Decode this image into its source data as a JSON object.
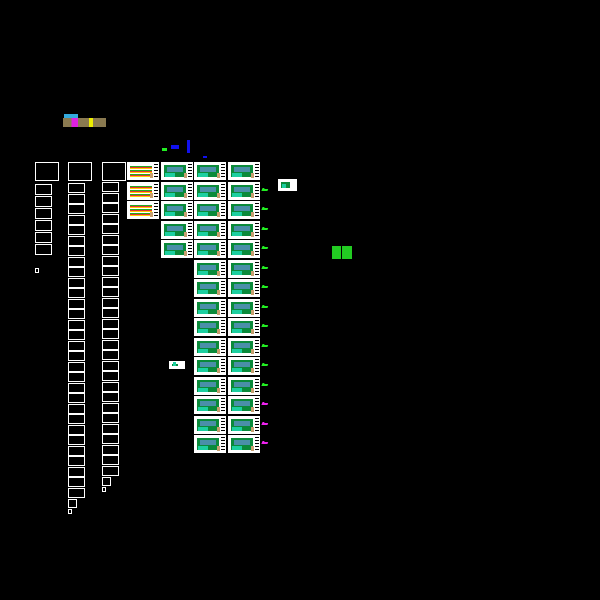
{
  "drawing": {
    "background": "#000000",
    "index_columns": [
      {
        "header": true,
        "rows": 6
      },
      {
        "header": true,
        "rows": 30
      },
      {
        "header": true,
        "rows": 28
      }
    ],
    "sheet_columns": [
      {
        "kind": "table",
        "sheets": 3
      },
      {
        "kind": "plan",
        "sheets": 5
      },
      {
        "kind": "plan",
        "sheets": 15
      },
      {
        "kind": "plan",
        "sheets": 15
      }
    ],
    "markers": [
      "none",
      "green",
      "green",
      "green",
      "green",
      "green",
      "green",
      "green",
      "green",
      "green",
      "green",
      "green",
      "magenta",
      "magenta",
      "magenta"
    ],
    "colors": {
      "green": "#22ee22",
      "magenta": "#ee22ee",
      "blue": "#1010ee",
      "block": "#22cc22"
    }
  }
}
